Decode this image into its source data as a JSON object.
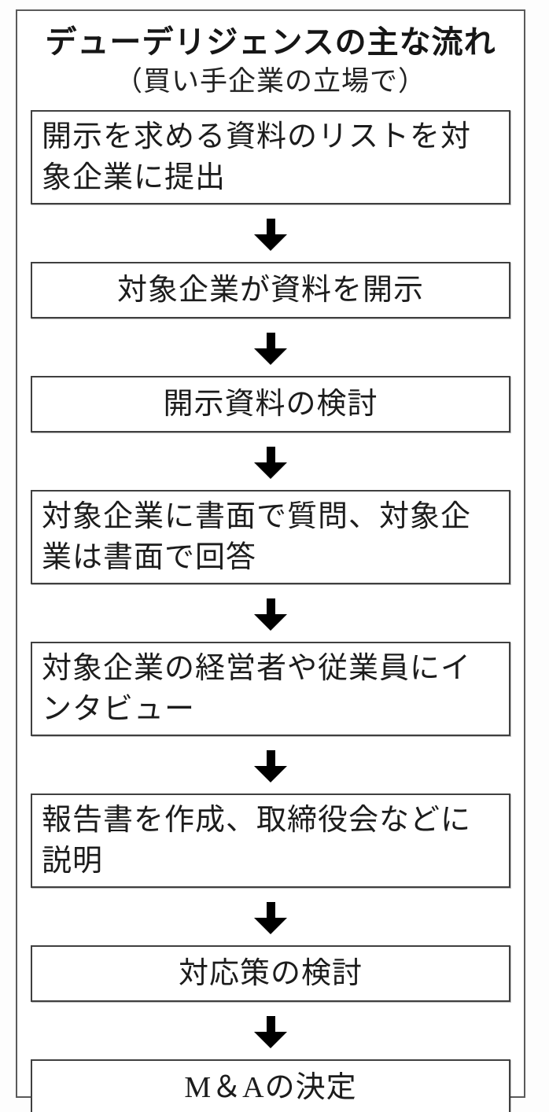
{
  "chart": {
    "title": "デューデリジェンスの主な流れ",
    "subtitle": "（買い手企業の立場で）",
    "steps": [
      {
        "text": "開示を求める資料のリストを対象企業に提出",
        "align": "left",
        "lines": 2
      },
      {
        "text": "対象企業が資料を開示",
        "align": "center",
        "lines": 1
      },
      {
        "text": "開示資料の検討",
        "align": "center",
        "lines": 1
      },
      {
        "text": "対象企業に書面で質問、対象企業は書面で回答",
        "align": "left",
        "lines": 2
      },
      {
        "text": "対象企業の経営者や従業員にインタビュー",
        "align": "left",
        "lines": 2
      },
      {
        "text": "報告書を作成、取締役会などに説明",
        "align": "left",
        "lines": 2
      },
      {
        "text": "対応策の検討",
        "align": "center",
        "lines": 1
      },
      {
        "text": "M＆Aの決定",
        "align": "center",
        "lines": 1
      }
    ],
    "connector_icon": "down-arrow",
    "colors": {
      "background": "#ffffff",
      "frame_border": "#5a5a5a",
      "box_border": "#3f3f3f",
      "text": "#1c1c1c",
      "arrow": "#000000"
    }
  }
}
